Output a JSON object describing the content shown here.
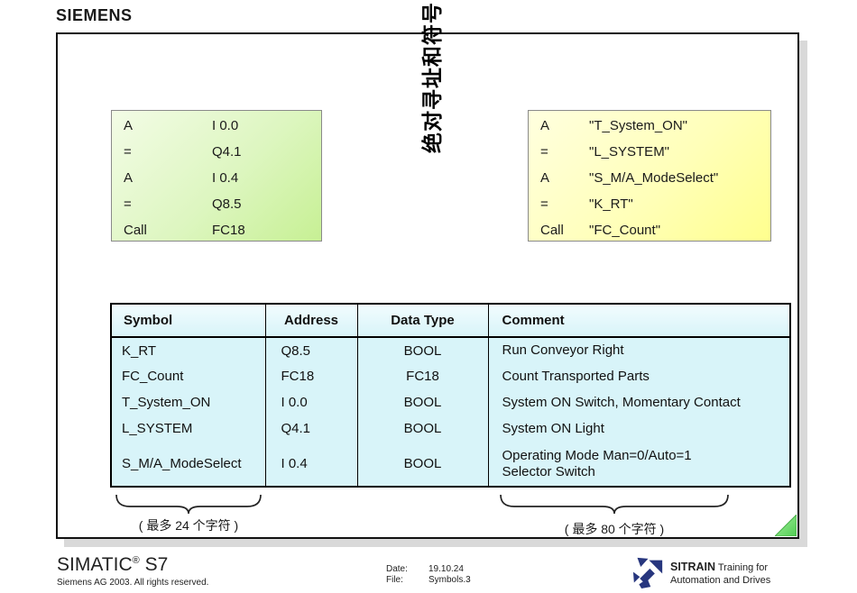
{
  "brand": "SIEMENS",
  "title_vertical": "绝对寻址和符号",
  "absolute_code": {
    "rows": [
      {
        "op": "A",
        "operand": "I 0.0"
      },
      {
        "op": "=",
        "operand": "Q4.1"
      },
      {
        "op": "A",
        "operand": "I 0.4"
      },
      {
        "op": "=",
        "operand": "Q8.5"
      },
      {
        "op": "Call",
        "operand": "FC18"
      }
    ]
  },
  "symbolic_code": {
    "rows": [
      {
        "op": "A",
        "operand": "\"T_System_ON\""
      },
      {
        "op": "=",
        "operand": "\"L_SYSTEM\""
      },
      {
        "op": "A",
        "operand": "\"S_M/A_ModeSelect\""
      },
      {
        "op": "=",
        "operand": "\"K_RT\""
      },
      {
        "op": "Call",
        "operand": "\"FC_Count\""
      }
    ]
  },
  "symbol_table": {
    "headers": {
      "symbol": "Symbol",
      "address": "Address",
      "type": "Data Type",
      "comment": "Comment"
    },
    "rows": [
      {
        "symbol": "K_RT",
        "address": "Q8.5",
        "type": "BOOL",
        "comment": "Run Conveyor Right"
      },
      {
        "symbol": "FC_Count",
        "address": "FC18",
        "type": "FC18",
        "comment": "Count Transported Parts"
      },
      {
        "symbol": "T_System_ON",
        "address": "I 0.0",
        "type": "BOOL",
        "comment": "System ON Switch, Momentary Contact"
      },
      {
        "symbol": "L_SYSTEM",
        "address": "Q4.1",
        "type": "BOOL",
        "comment": "System ON Light"
      },
      {
        "symbol": "S_M/A_ModeSelect",
        "address": "I 0.4",
        "type": "BOOL",
        "comment": "Operating Mode Man=0/Auto=1\nSelector Switch"
      }
    ]
  },
  "annotations": {
    "symbol_limit": "( 最多  24  个字符 )",
    "comment_limit": "( 最多  80  个字符 )"
  },
  "footer": {
    "product_name": "SIMATIC",
    "product_reg": "®",
    "product_suffix": " S7",
    "copyright": "Siemens AG 2003. All rights reserved.",
    "date_label": "Date:",
    "date_value": "19.10.24",
    "file_label": "File:",
    "file_value": "Symbols.3",
    "sitrain_name": "SITRAIN",
    "sitrain_tagline1": " Training for",
    "sitrain_tagline2": "Automation and Drives"
  },
  "colors": {
    "abs_box_gradient_start": "#f3fce6",
    "abs_box_gradient_end": "#c7f094",
    "sym_box_gradient_start": "#ffffdf",
    "sym_box_gradient_end": "#ffff8e",
    "table_fill": "#d8f4f9",
    "corner_triangle_green": "#63d663",
    "sitrain_navy": "#27367e",
    "frame_shadow": "#d9d9d9"
  }
}
